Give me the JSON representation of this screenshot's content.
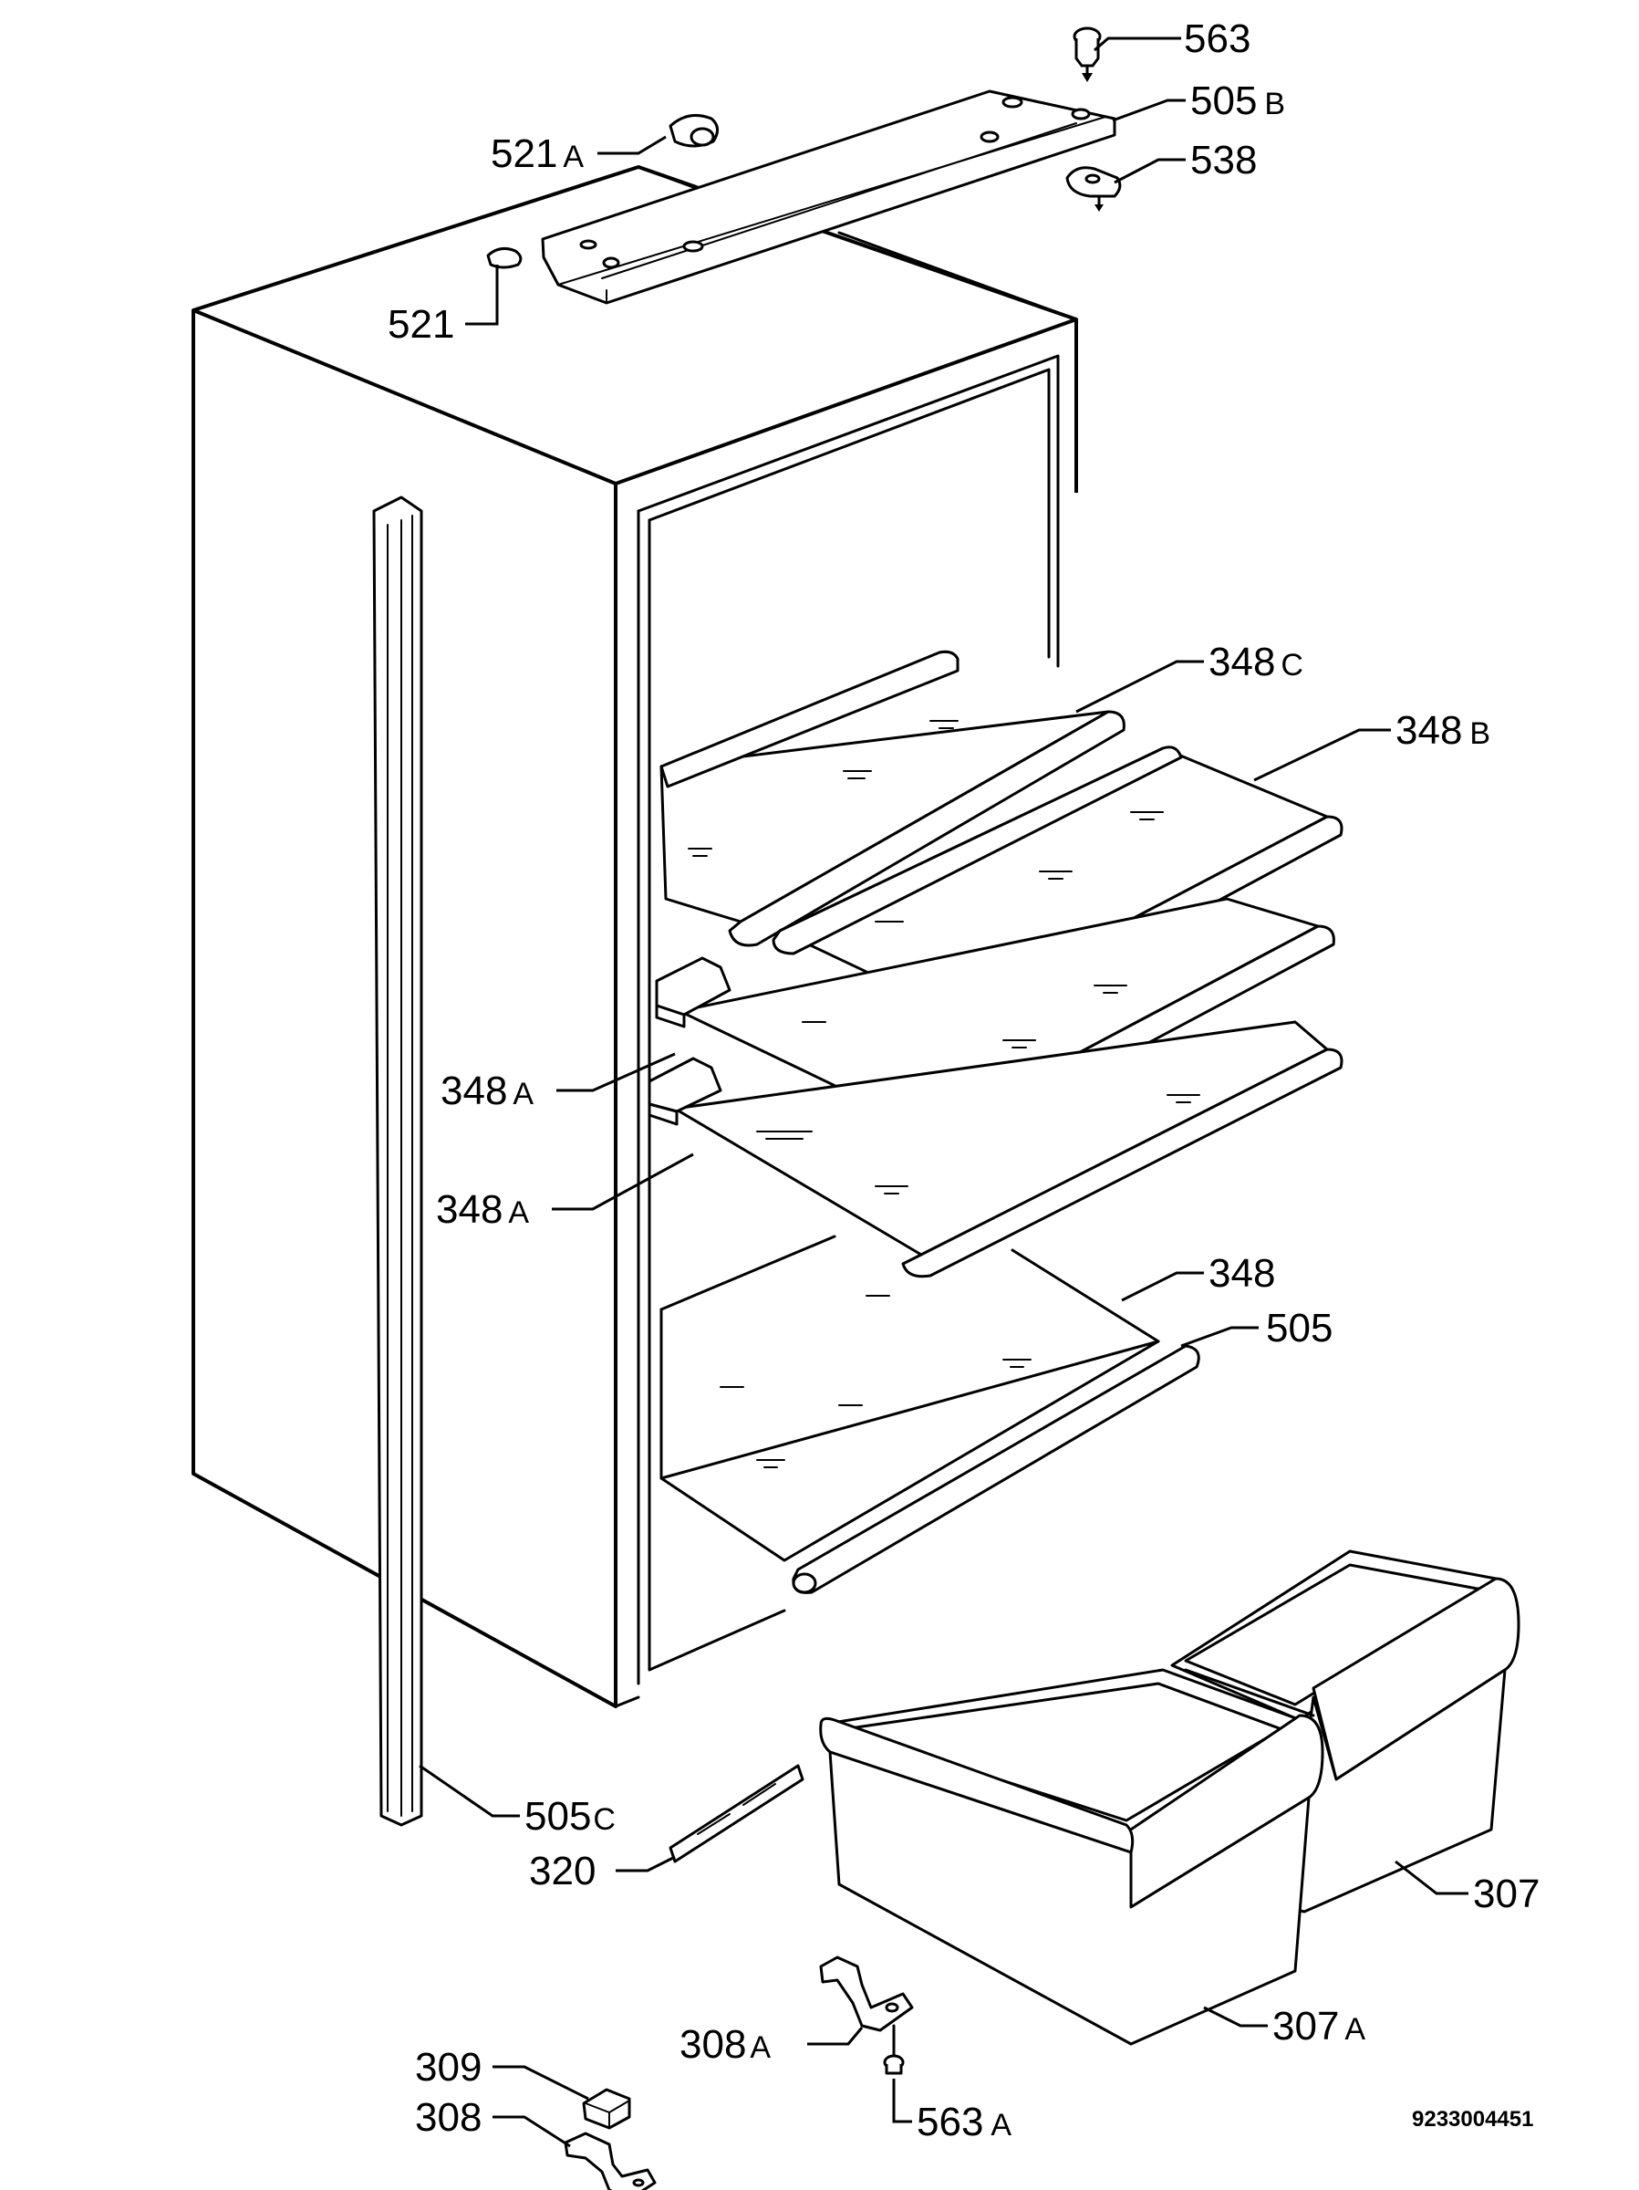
{
  "labels": {
    "p563": "563",
    "p505b": "505",
    "p505b_suffix": "B",
    "p521a": "521",
    "p521a_suffix": "A",
    "p538": "538",
    "p521": "521",
    "p348c": "348",
    "p348c_suffix": "C",
    "p348b": "348",
    "p348b_suffix": "B",
    "p348a_1": "348",
    "p348a_1_suffix": "A",
    "p348a_2": "348",
    "p348a_2_suffix": "A",
    "p348": "348",
    "p505": "505",
    "p505c": "505",
    "p505c_suffix": "C",
    "p320": "320",
    "p307": "307",
    "p308a": "308",
    "p308a_suffix": "A",
    "p307a": "307",
    "p307a_suffix": "A",
    "p309": "309",
    "p308": "308",
    "p563a": "563",
    "p563a_suffix": "A"
  },
  "document_number": "9233004451"
}
